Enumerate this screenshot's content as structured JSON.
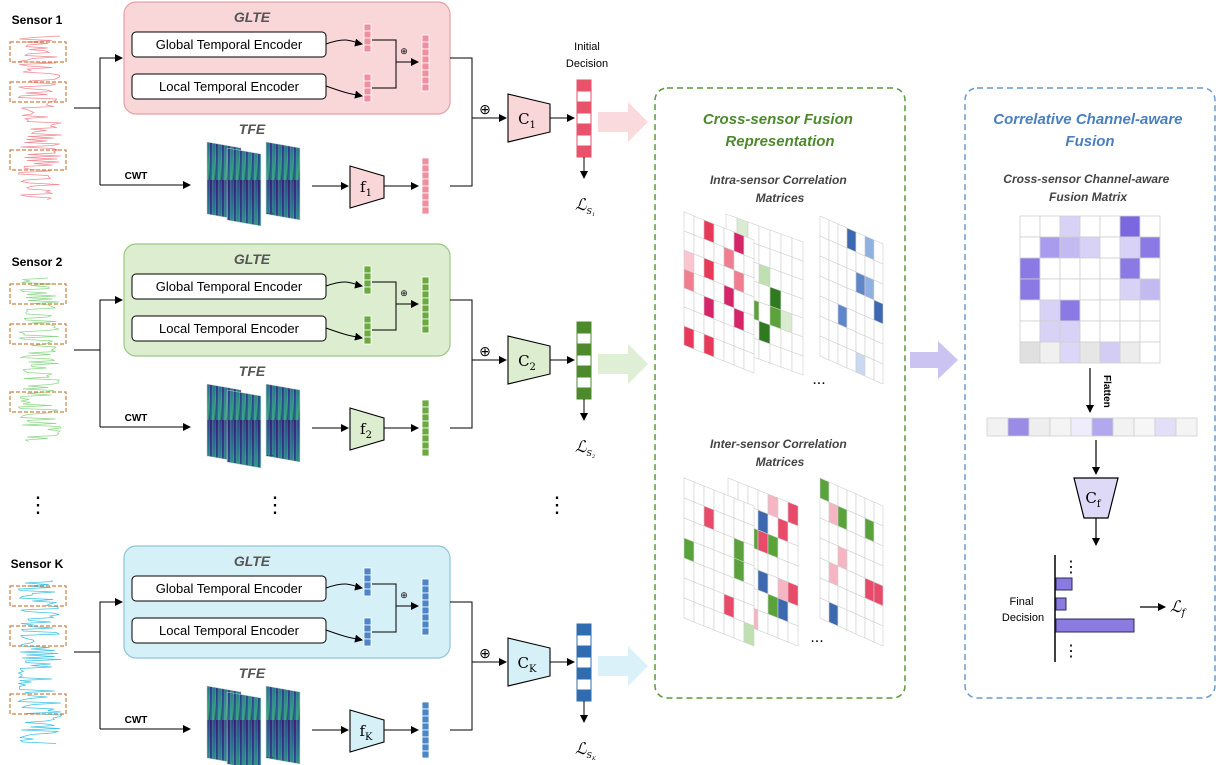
{
  "sensors": [
    {
      "label": "Sensor 1",
      "glte_title": "GLTE",
      "global_encoder": "Global Temporal Encoder",
      "local_encoder": "Local Temporal Encoder",
      "tfe_title": "TFE",
      "cwt": "CWT",
      "f_main": "f",
      "f_sub": "1",
      "c_main": "C",
      "c_sub": "1",
      "loss_sub": "S",
      "loss_subsub": "1",
      "accent": "#ef8fa0",
      "accent_dark": "#e8526b",
      "box_fill": "#f9d6d8",
      "box_stroke": "#e6a0a8",
      "wave": "#f08b96",
      "trap_fill": "#f9d6d8"
    },
    {
      "label": "Sensor 2",
      "glte_title": "GLTE",
      "global_encoder": "Global Temporal Encoder",
      "local_encoder": "Local Temporal Encoder",
      "tfe_title": "TFE",
      "cwt": "CWT",
      "f_main": "f",
      "f_sub": "2",
      "c_main": "C",
      "c_sub": "2",
      "loss_sub": "S",
      "loss_subsub": "2",
      "accent": "#6aaa3f",
      "accent_dark": "#4c8a2b",
      "box_fill": "#dcedd0",
      "box_stroke": "#9cc884",
      "wave": "#8fd88a",
      "trap_fill": "#dcedd0"
    },
    {
      "label": "Sensor K",
      "glte_title": "GLTE",
      "global_encoder": "Global Temporal Encoder",
      "local_encoder": "Local Temporal Encoder",
      "tfe_title": "TFE",
      "cwt": "CWT",
      "f_main": "f",
      "f_sub": "K",
      "c_main": "C",
      "c_sub": "K",
      "loss_sub": "S",
      "loss_subsub": "K",
      "accent": "#4a86c8",
      "accent_dark": "#2f6db0",
      "box_fill": "#d6f0f8",
      "box_stroke": "#8cc6dc",
      "wave": "#41c4e6",
      "trap_fill": "#d6f0f8"
    }
  ],
  "initial_decision": [
    "Initial",
    "Decision"
  ],
  "oplus": "⊕",
  "dots_vertical": "⋮",
  "ellipsis": "...",
  "loss_symbol": "ℒ",
  "cross_sensor": {
    "title": [
      "Cross-sensor Fusion",
      "Representation"
    ],
    "intra": [
      "Intra-sensor Correlation",
      "Matrices"
    ],
    "inter": [
      "Inter-sensor Correlation",
      "Matrices"
    ],
    "title_color": "#4e8a2c",
    "border_color": "#5a9a3a"
  },
  "correlative": {
    "title": [
      "Correlative Channel-aware",
      "Fusion"
    ],
    "matrix": [
      "Cross-sensor Channel-aware",
      "Fusion Matrix"
    ],
    "flatten": "Flatten",
    "cf_main": "C",
    "cf_sub": "f",
    "final_decision": [
      "Final",
      "Decision"
    ],
    "loss_sub": "f",
    "title_color": "#4a7fc0",
    "border_color": "#6b9bcc",
    "purple": "#8b7be0",
    "bars": [
      0.2,
      0.13,
      1.0
    ]
  }
}
